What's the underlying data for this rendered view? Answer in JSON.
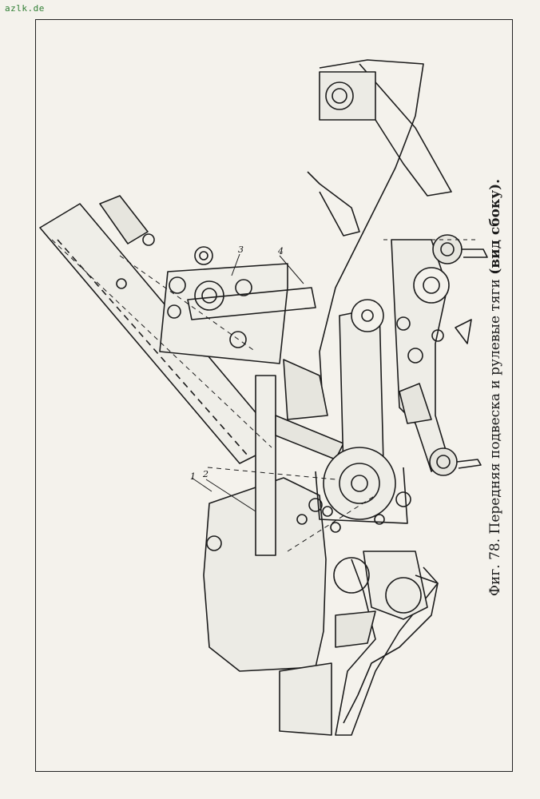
{
  "watermark": "azlk.de",
  "caption": {
    "figure": "Фиг. 78.",
    "title": "Передняя подвеска и рулевые тяги",
    "subtitle": "(вид сбоку)."
  },
  "callouts": [
    "1",
    "2",
    "3",
    "4"
  ]
}
